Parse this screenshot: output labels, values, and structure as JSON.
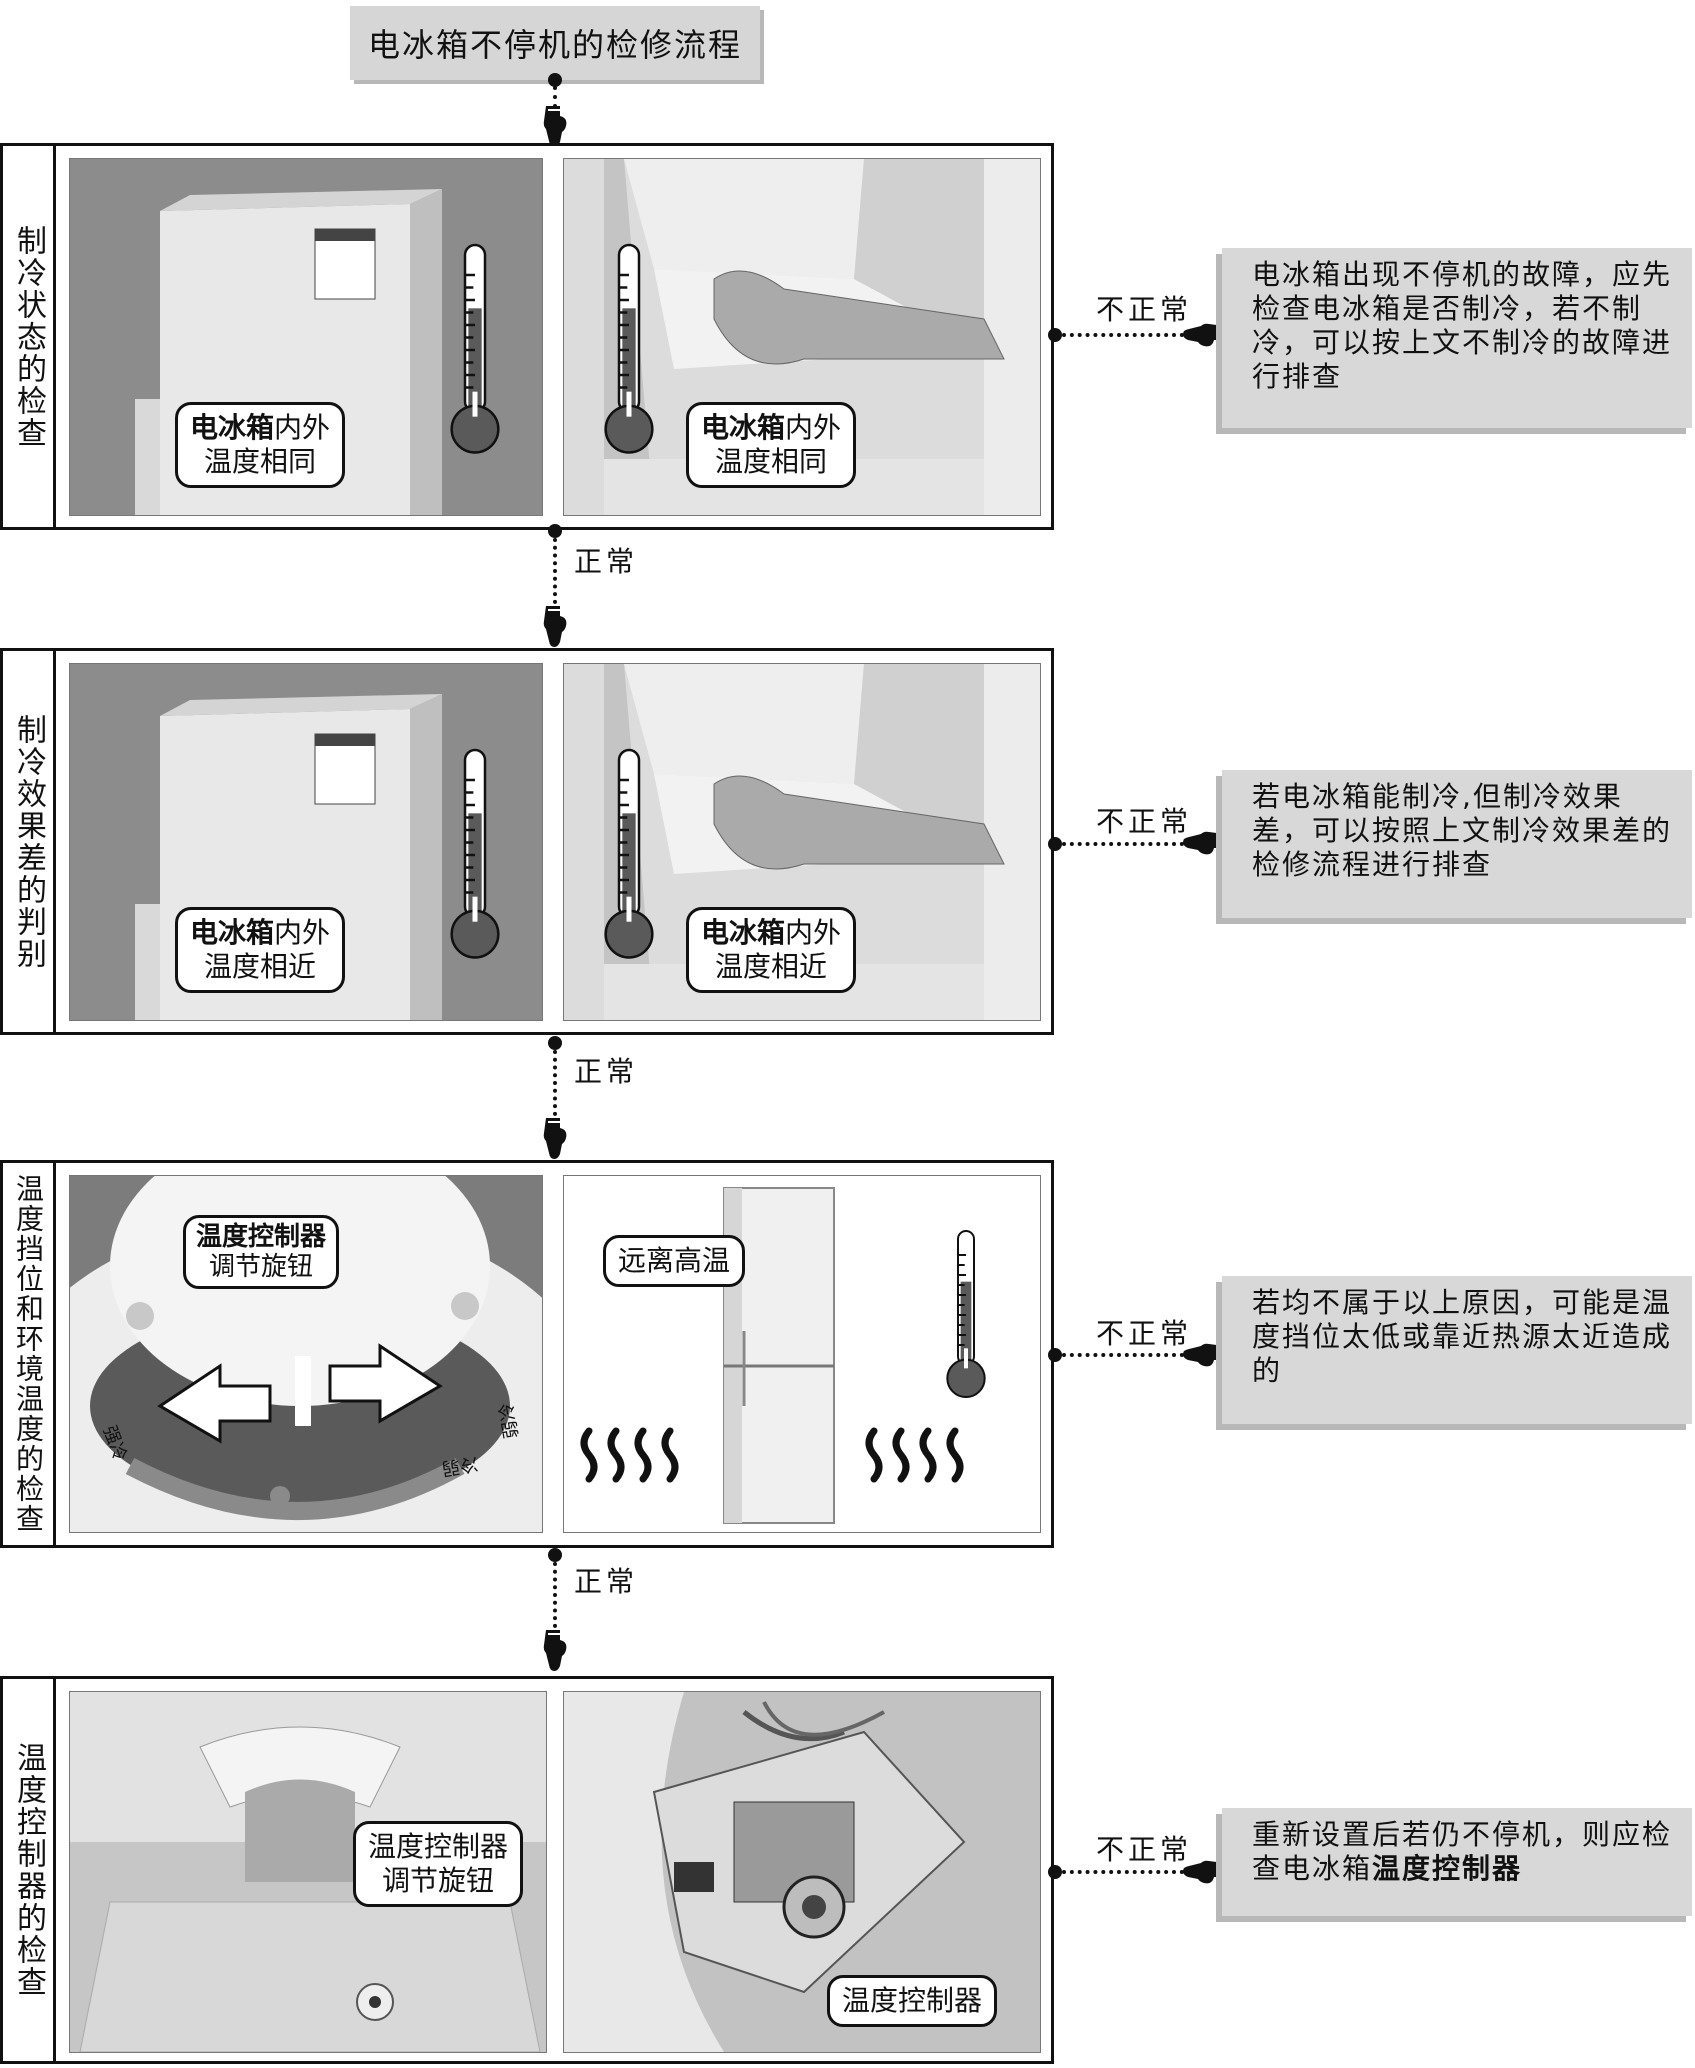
{
  "title": "电冰箱不停机的检修流程",
  "normal_label": "正常",
  "abnormal_label": "不正常",
  "rows": [
    {
      "label": "制冷状态的检查",
      "bubble1_bold": "电冰箱",
      "bubble1_rest": "内外",
      "bubble1_line2": "温度相同",
      "bubble2_bold": "电冰箱",
      "bubble2_rest": "内外",
      "bubble2_line2": "温度相同",
      "note": "电冰箱出现不停机的故障，应先检查电冰箱是否制冷，若不制冷，可以按上文不制冷的故障进行排查"
    },
    {
      "label": "制冷效果差的判别",
      "bubble1_bold": "电冰箱",
      "bubble1_rest": "内外",
      "bubble1_line2": "温度相近",
      "bubble2_bold": "电冰箱",
      "bubble2_rest": "内外",
      "bubble2_line2": "温度相近",
      "note": "若电冰箱能制冷,但制冷效果差，可以按照上文制冷效果差的检修流程进行排查"
    },
    {
      "label": "温度挡位和环境温度的检查",
      "bubble1_line1": "温度控制器",
      "bubble1_line2": "调节旋钮",
      "bubble2_line1": "远离高温",
      "note": "若均不属于以上原因，可能是温度挡位太低或靠近热源太近造成的"
    },
    {
      "label": "温度控制器的检查",
      "bubble1_line1": "温度控制器",
      "bubble1_line2": "调节旋钮",
      "bubble2_line1": "温度控制器",
      "note_part1": "重新设置后若仍不停机，则应检查电冰箱",
      "note_bold": "温度控制器"
    }
  ],
  "knob_marks": {
    "left": "强冷",
    "right_top": "弱冷",
    "right_bottom": "冷弱"
  }
}
